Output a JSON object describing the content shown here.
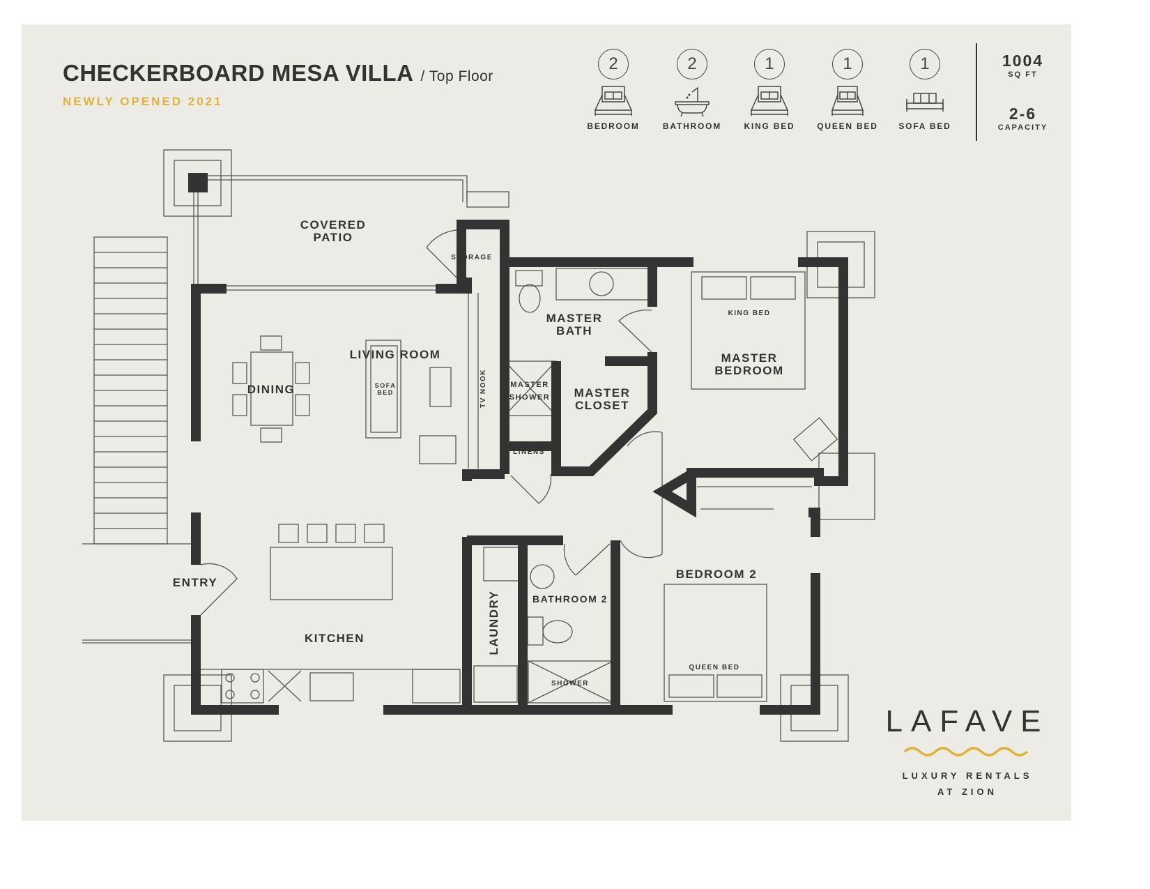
{
  "header": {
    "title": "CHECKERBOARD MESA VILLA",
    "subtitle": "/ Top Floor",
    "tagline": "NEWLY OPENED 2021"
  },
  "stats": [
    {
      "count": "2",
      "label": "BEDROOM",
      "icon": "bed-icon"
    },
    {
      "count": "2",
      "label": "BATHROOM",
      "icon": "bathtub-icon"
    },
    {
      "count": "1",
      "label": "KING BED",
      "icon": "bed-icon"
    },
    {
      "count": "1",
      "label": "QUEEN BED",
      "icon": "bed-icon"
    },
    {
      "count": "1",
      "label": "SOFA BED",
      "icon": "sofa-icon"
    }
  ],
  "area": {
    "value": "1004",
    "unit": "SQ FT"
  },
  "capacity": {
    "value": "2-6",
    "unit": "CAPACITY"
  },
  "rooms": {
    "covered_patio": [
      "COVERED",
      "PATIO"
    ],
    "storage": "STORAGE",
    "living_room": "LIVING ROOM",
    "dining": "DINING",
    "sofa_bed": [
      "SOFA",
      "BED"
    ],
    "tv_nook": "TV NOOK",
    "master_bath": [
      "MASTER",
      "BATH"
    ],
    "master_shower": [
      "MASTER",
      "SHOWER"
    ],
    "master_closet": [
      "MASTER",
      "CLOSET"
    ],
    "linens": "LINENS",
    "king_bed": "KING BED",
    "master_bedroom": [
      "MASTER",
      "BEDROOM"
    ],
    "entry": "ENTRY",
    "kitchen": "KITCHEN",
    "laundry": "LAUNDRY",
    "bathroom_2": "BATHROOM 2",
    "shower": "SHOWER",
    "bedroom_2": "BEDROOM 2",
    "queen_bed": "QUEEN BED"
  },
  "logo": {
    "name": "LAFAVE",
    "tagline_1": "LUXURY RENTALS",
    "tagline_2": "AT ZION"
  },
  "colors": {
    "background": "#ecebe6",
    "wall": "#333333",
    "accent": "#e0b23a"
  }
}
